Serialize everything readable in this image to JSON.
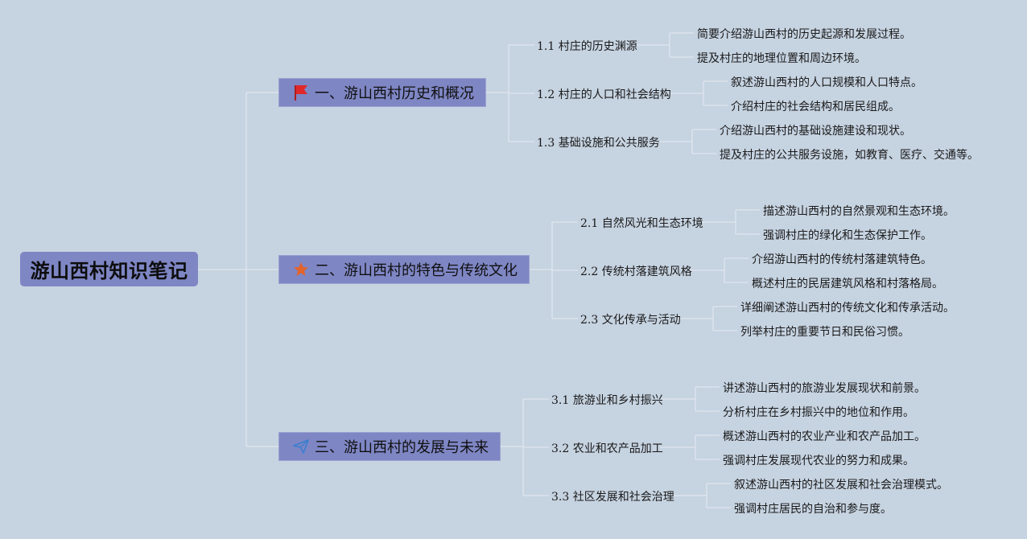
{
  "root": {
    "label": "游山西村知识笔记"
  },
  "branches": [
    {
      "label": "一、游山西村历史和概况",
      "icon": "red-flag-icon",
      "subs": [
        {
          "label": "1.1 村庄的历史渊源",
          "leaves": [
            "简要介绍游山西村的历史起源和发展过程。",
            "提及村庄的地理位置和周边环境。"
          ]
        },
        {
          "label": "1.2 村庄的人口和社会结构",
          "leaves": [
            "叙述游山西村的人口规模和人口特点。",
            "介绍村庄的社会结构和居民组成。"
          ]
        },
        {
          "label": "1.3 基础设施和公共服务",
          "leaves": [
            "介绍游山西村的基础设施建设和现状。",
            "提及村庄的公共服务设施，如教育、医疗、交通等。"
          ]
        }
      ]
    },
    {
      "label": "二、游山西村的特色与传统文化",
      "icon": "orange-star-icon",
      "subs": [
        {
          "label": "2.1 自然风光和生态环境",
          "leaves": [
            "描述游山西村的自然景观和生态环境。",
            "强调村庄的绿化和生态保护工作。"
          ]
        },
        {
          "label": "2.2 传统村落建筑风格",
          "leaves": [
            "介绍游山西村的传统村落建筑特色。",
            "概述村庄的民居建筑风格和村落格局。"
          ]
        },
        {
          "label": "2.3 文化传承与活动",
          "leaves": [
            "详细阐述游山西村的传统文化和传承活动。",
            "列举村庄的重要节日和民俗习惯。"
          ]
        }
      ]
    },
    {
      "label": "三、游山西村的发展与未来",
      "icon": "paper-plane-icon",
      "subs": [
        {
          "label": "3.1 旅游业和乡村振兴",
          "leaves": [
            "讲述游山西村的旅游业发展现状和前景。",
            "分析村庄在乡村振兴中的地位和作用。"
          ]
        },
        {
          "label": "3.2 农业和农产品加工",
          "leaves": [
            "概述游山西村的农业产业和农产品加工。",
            "强调村庄发展现代农业的努力和成果。"
          ]
        },
        {
          "label": "3.3 社区发展和社会治理",
          "leaves": [
            "叙述游山西村的社区发展和社会治理模式。",
            "强调村庄居民的自治和参与度。"
          ]
        }
      ]
    }
  ],
  "colors": {
    "background": "#c6d3e1",
    "node_fill": "#7e86c4",
    "connector": "#dfe6ee",
    "flag": "#e0282b",
    "star": "#e2632c",
    "plane": "#3a7fd0"
  }
}
